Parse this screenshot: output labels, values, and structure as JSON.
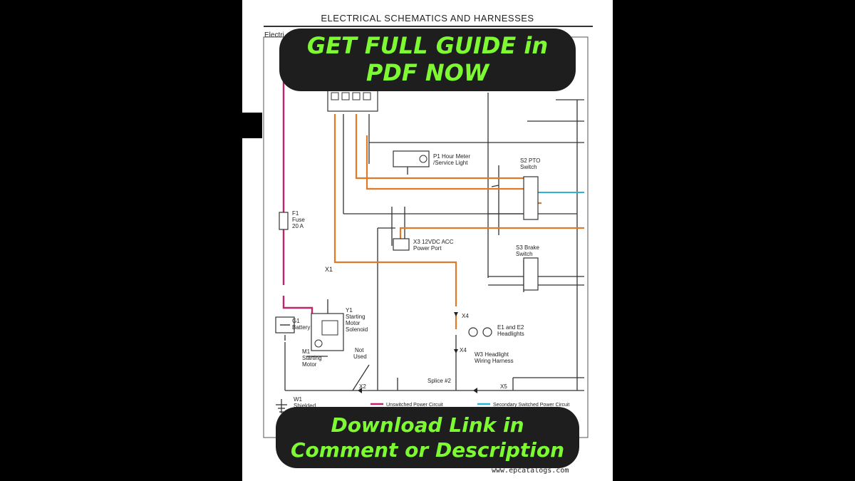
{
  "document": {
    "header": "ELECTRICAL   SCHEMATICS AND HARNESSES",
    "section_label": "Electri",
    "watermark": "www.epcatalogs.com"
  },
  "banners": {
    "top": {
      "line1": "GET FULL GUIDE in",
      "line2": "PDF NOW"
    },
    "bottom": {
      "line1": "Download Link in",
      "line2": "Comment or Description"
    }
  },
  "components": {
    "p1": "P1 Hour Meter",
    "p1_sub": "/Service Light",
    "s2": "S2 PTO",
    "s2_sub": "Switch",
    "f1": "F1",
    "f1_sub1": "Fuse",
    "f1_sub2": "20 A",
    "x3": "X3 12VDC ACC",
    "x3_sub": "Power Port",
    "s3": "S3 Brake",
    "s3_sub": "Switch",
    "x1": "X1",
    "y1": "Y1",
    "y1_sub1": "Starting",
    "y1_sub2": "Motor",
    "y1_sub3": "Solenoid",
    "g1": "G1",
    "g1_sub": "Battery",
    "x4a": "X4",
    "e1": "E1 and E2",
    "e1_sub": "Headlights",
    "x4b": "X4",
    "w3": "W3 Headlight",
    "w3_sub": "Wiring Harness",
    "m1": "M1",
    "m1_sub1": "Starting",
    "m1_sub2": "Motor",
    "not_used1": "Not",
    "not_used2": "Used",
    "splice": "Splice #2",
    "x2": "X2",
    "x5": "X5",
    "w1": "W1",
    "w1_sub": "Shielded"
  },
  "legend": {
    "unswitched": "Unswitched Power Circuit",
    "secondary": "Secondary Switched Power Circuit",
    "unswitched_color": "#c0246a",
    "secondary_color": "#2ab4d6"
  },
  "colors": {
    "orange_wire": "#e07a28",
    "banner_text": "#7dfa32",
    "banner_bg": "#1e1e1e"
  }
}
